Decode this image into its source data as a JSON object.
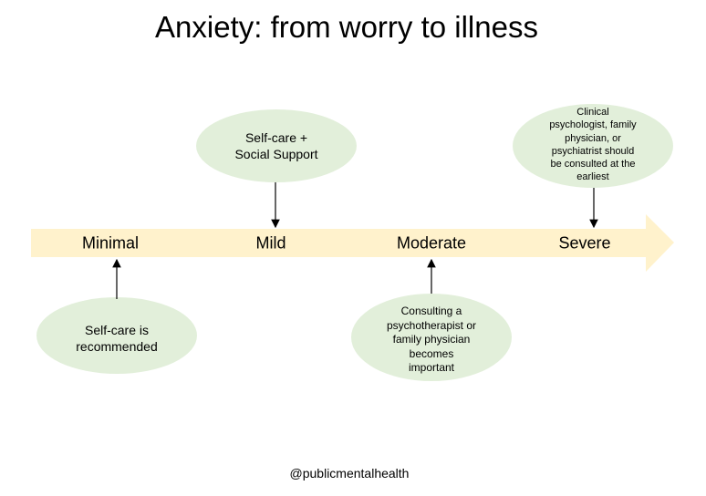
{
  "title": "Anxiety: from worry to illness",
  "stages": [
    "Minimal",
    "Mild",
    "Moderate",
    "Severe"
  ],
  "notes": {
    "minimal": [
      "Self-care is",
      "recommended"
    ],
    "mild": [
      "Self-care +",
      "Social Support"
    ],
    "moderate": [
      "Consulting a",
      "psychotherapist or",
      "family physician",
      "becomes",
      "important"
    ],
    "severe": [
      "Clinical",
      "psychologist, family",
      "physician, or",
      "psychiatrist should",
      "be consulted at the",
      "earliest"
    ]
  },
  "footer": "@publicmentalhealth",
  "colors": {
    "arrow": "#FFF2CC",
    "bubble": "#E2EFDA",
    "line": "#000000"
  }
}
